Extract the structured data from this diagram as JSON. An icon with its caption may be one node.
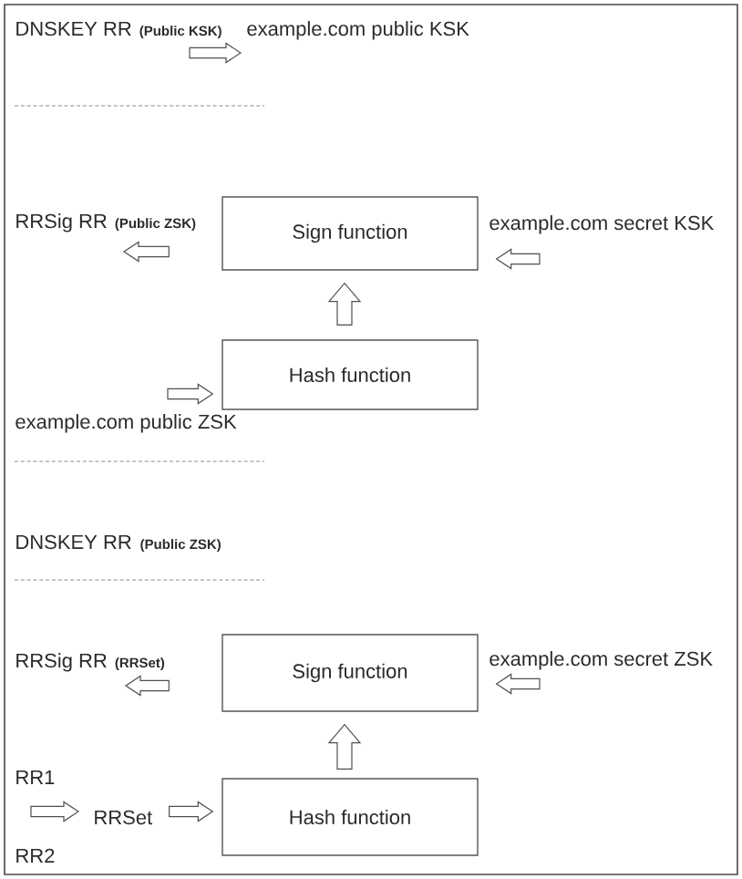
{
  "diagram": {
    "nodes": [
      {
        "text": [
          "DNSKEY RR",
          "(Public KSK)"
        ]
      },
      {
        "text": [
          "example.com public KSK"
        ]
      },
      {
        "text": [
          "RRSig RR",
          "(Public ZSK)"
        ]
      },
      {
        "text": [
          "Sign function"
        ]
      },
      {
        "text": [
          "example.com secret KSK"
        ]
      },
      {
        "text": [
          "Hash function"
        ]
      },
      {
        "text": [
          "example.com public ZSK"
        ]
      },
      {
        "text": [
          "RRSig RR",
          "(RRSet)"
        ]
      },
      {
        "text": [
          "Sign function"
        ]
      },
      {
        "text": [
          "example.com secret ZSK"
        ]
      },
      {
        "text": [
          "RR1"
        ]
      },
      {
        "text": [
          "RRSet"
        ]
      },
      {
        "text": [
          "Hash function"
        ]
      },
      {
        "text": [
          "RR2"
        ]
      }
    ],
    "edges": [
      {
        "from": 0,
        "to": 1,
        "arrow": "to"
      },
      {
        "from": 3,
        "to": 2,
        "arrow": "to"
      },
      {
        "from": 4,
        "to": 3,
        "arrow": "to"
      },
      {
        "from": 5,
        "to": 3,
        "arrow": "to"
      },
      {
        "from": 6,
        "to": 5,
        "arrow": "to"
      },
      {
        "from": 8,
        "to": 7,
        "arrow": "to"
      },
      {
        "from": 9,
        "to": 8,
        "arrow": "to"
      },
      {
        "from": 12,
        "to": 8,
        "arrow": "to"
      },
      {
        "from": 10,
        "to": 11,
        "arrow": "to"
      },
      {
        "from": 13,
        "to": 11,
        "arrow": "to"
      },
      {
        "from": 11,
        "to": 12,
        "arrow": "to"
      }
    ],
    "labels": [
      "DNSKEY RR",
      "(Public ZSK)"
    ]
  }
}
